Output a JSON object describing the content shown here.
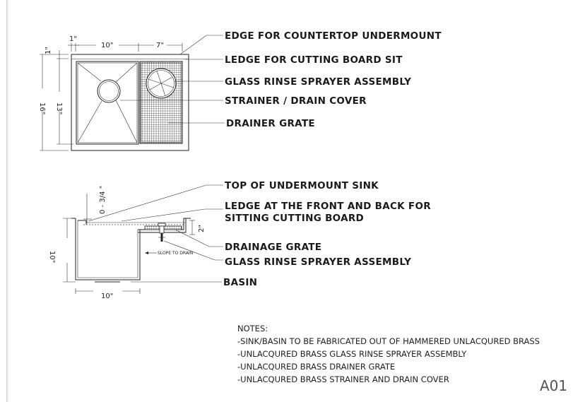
{
  "plan": {
    "dims": {
      "ledge_width": "1\"",
      "basin_width": "10\"",
      "drainer_width": "7\"",
      "ledge_depth": "1\"",
      "overall_depth": "16\"",
      "basin_depth": "13\""
    },
    "callouts": [
      "EDGE FOR COUNTERTOP UNDERMOUNT",
      "LEDGE FOR CUTTING BOARD SIT",
      "GLASS RINSE SPRAYER ASSEMBLY",
      "STRAINER / DRAIN COVER",
      "DRAINER GRATE"
    ]
  },
  "section": {
    "dims": {
      "top_gap": "0 - 3/4 \"",
      "grate_drop": "2\"",
      "height": "10\"",
      "width": "10\""
    },
    "slope_note": "SLOPE TO DRAIN",
    "callouts": [
      "TOP OF UNDERMOUNT SINK",
      "LEDGE AT THE FRONT AND BACK FOR",
      "SITTING CUTTING BOARD",
      "DRAINAGE GRATE",
      "GLASS RINSE SPRAYER ASSEMBLY",
      "BASIN"
    ]
  },
  "notes": {
    "heading": "NOTES:",
    "items": [
      "-SINK/BASIN TO BE FABRICATED OUT OF HAMMERED UNLACQURED BRASS",
      "-UNLACQURED BRASS GLASS RINSE SPRAYER ASSEMBLY",
      "-UNLACQURED BRASS DRAINER GRATE",
      "-UNLACQURED BRASS STRAINER AND DRAIN COVER"
    ]
  },
  "sheet_number": "A01",
  "colors": {
    "ink": "#222222",
    "sheet": "#ffffff",
    "frame": "#cfcfcf"
  }
}
